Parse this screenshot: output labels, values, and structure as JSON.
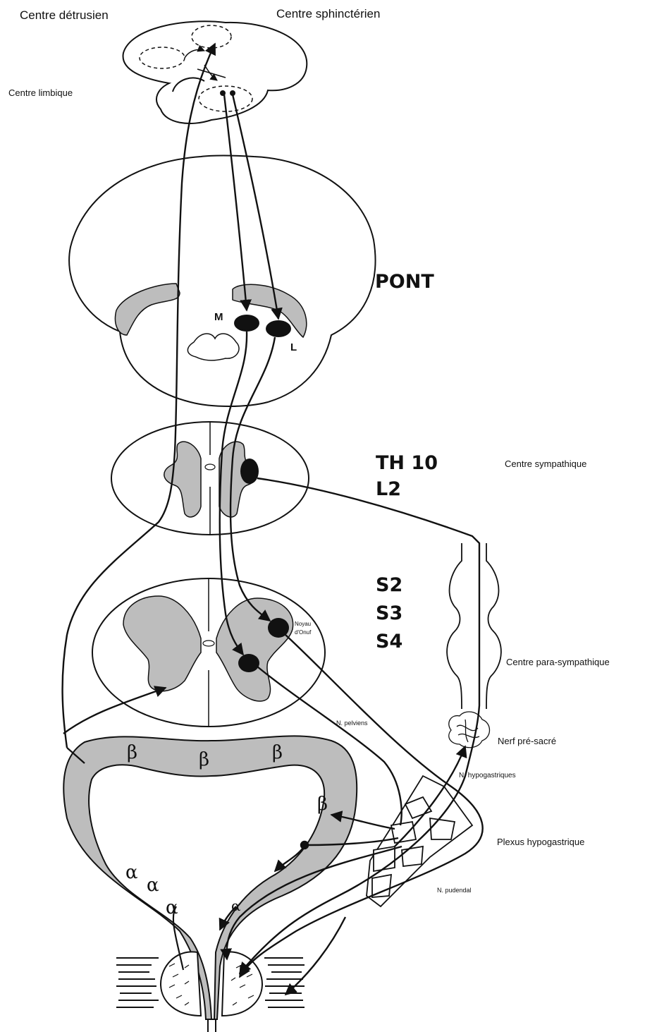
{
  "labels": {
    "centre_detrusien": "Centre détrusien",
    "centre_sphincterien": "Centre sphinctérien",
    "centre_limbique": "Centre limbique",
    "pont": "PONT",
    "nucleus_m": "M",
    "nucleus_l": "L",
    "th10": "TH 10",
    "l2": "L2",
    "centre_sympathique": "Centre sympathique",
    "s2": "S2",
    "s3": "S3",
    "s4": "S4",
    "noyau_onuf": [
      "Noyau",
      "d'Onuf"
    ],
    "centre_parasympathique": "Centre para-sympathique",
    "n_pelviens": "N. pelviens",
    "nerf_presacre": "Nerf pré-sacré",
    "n_hypogastriques": "N. hypogastriques",
    "plexus_hypogastrique": "Plexus hypogastrique",
    "n_pudendal": "N. pudendal",
    "beta": "β",
    "alpha": "α"
  },
  "colors": {
    "grey_matter": "#bdbdbd",
    "bladder_wall": "#bdbdbd",
    "stroke": "#111111",
    "background": "#ffffff"
  }
}
